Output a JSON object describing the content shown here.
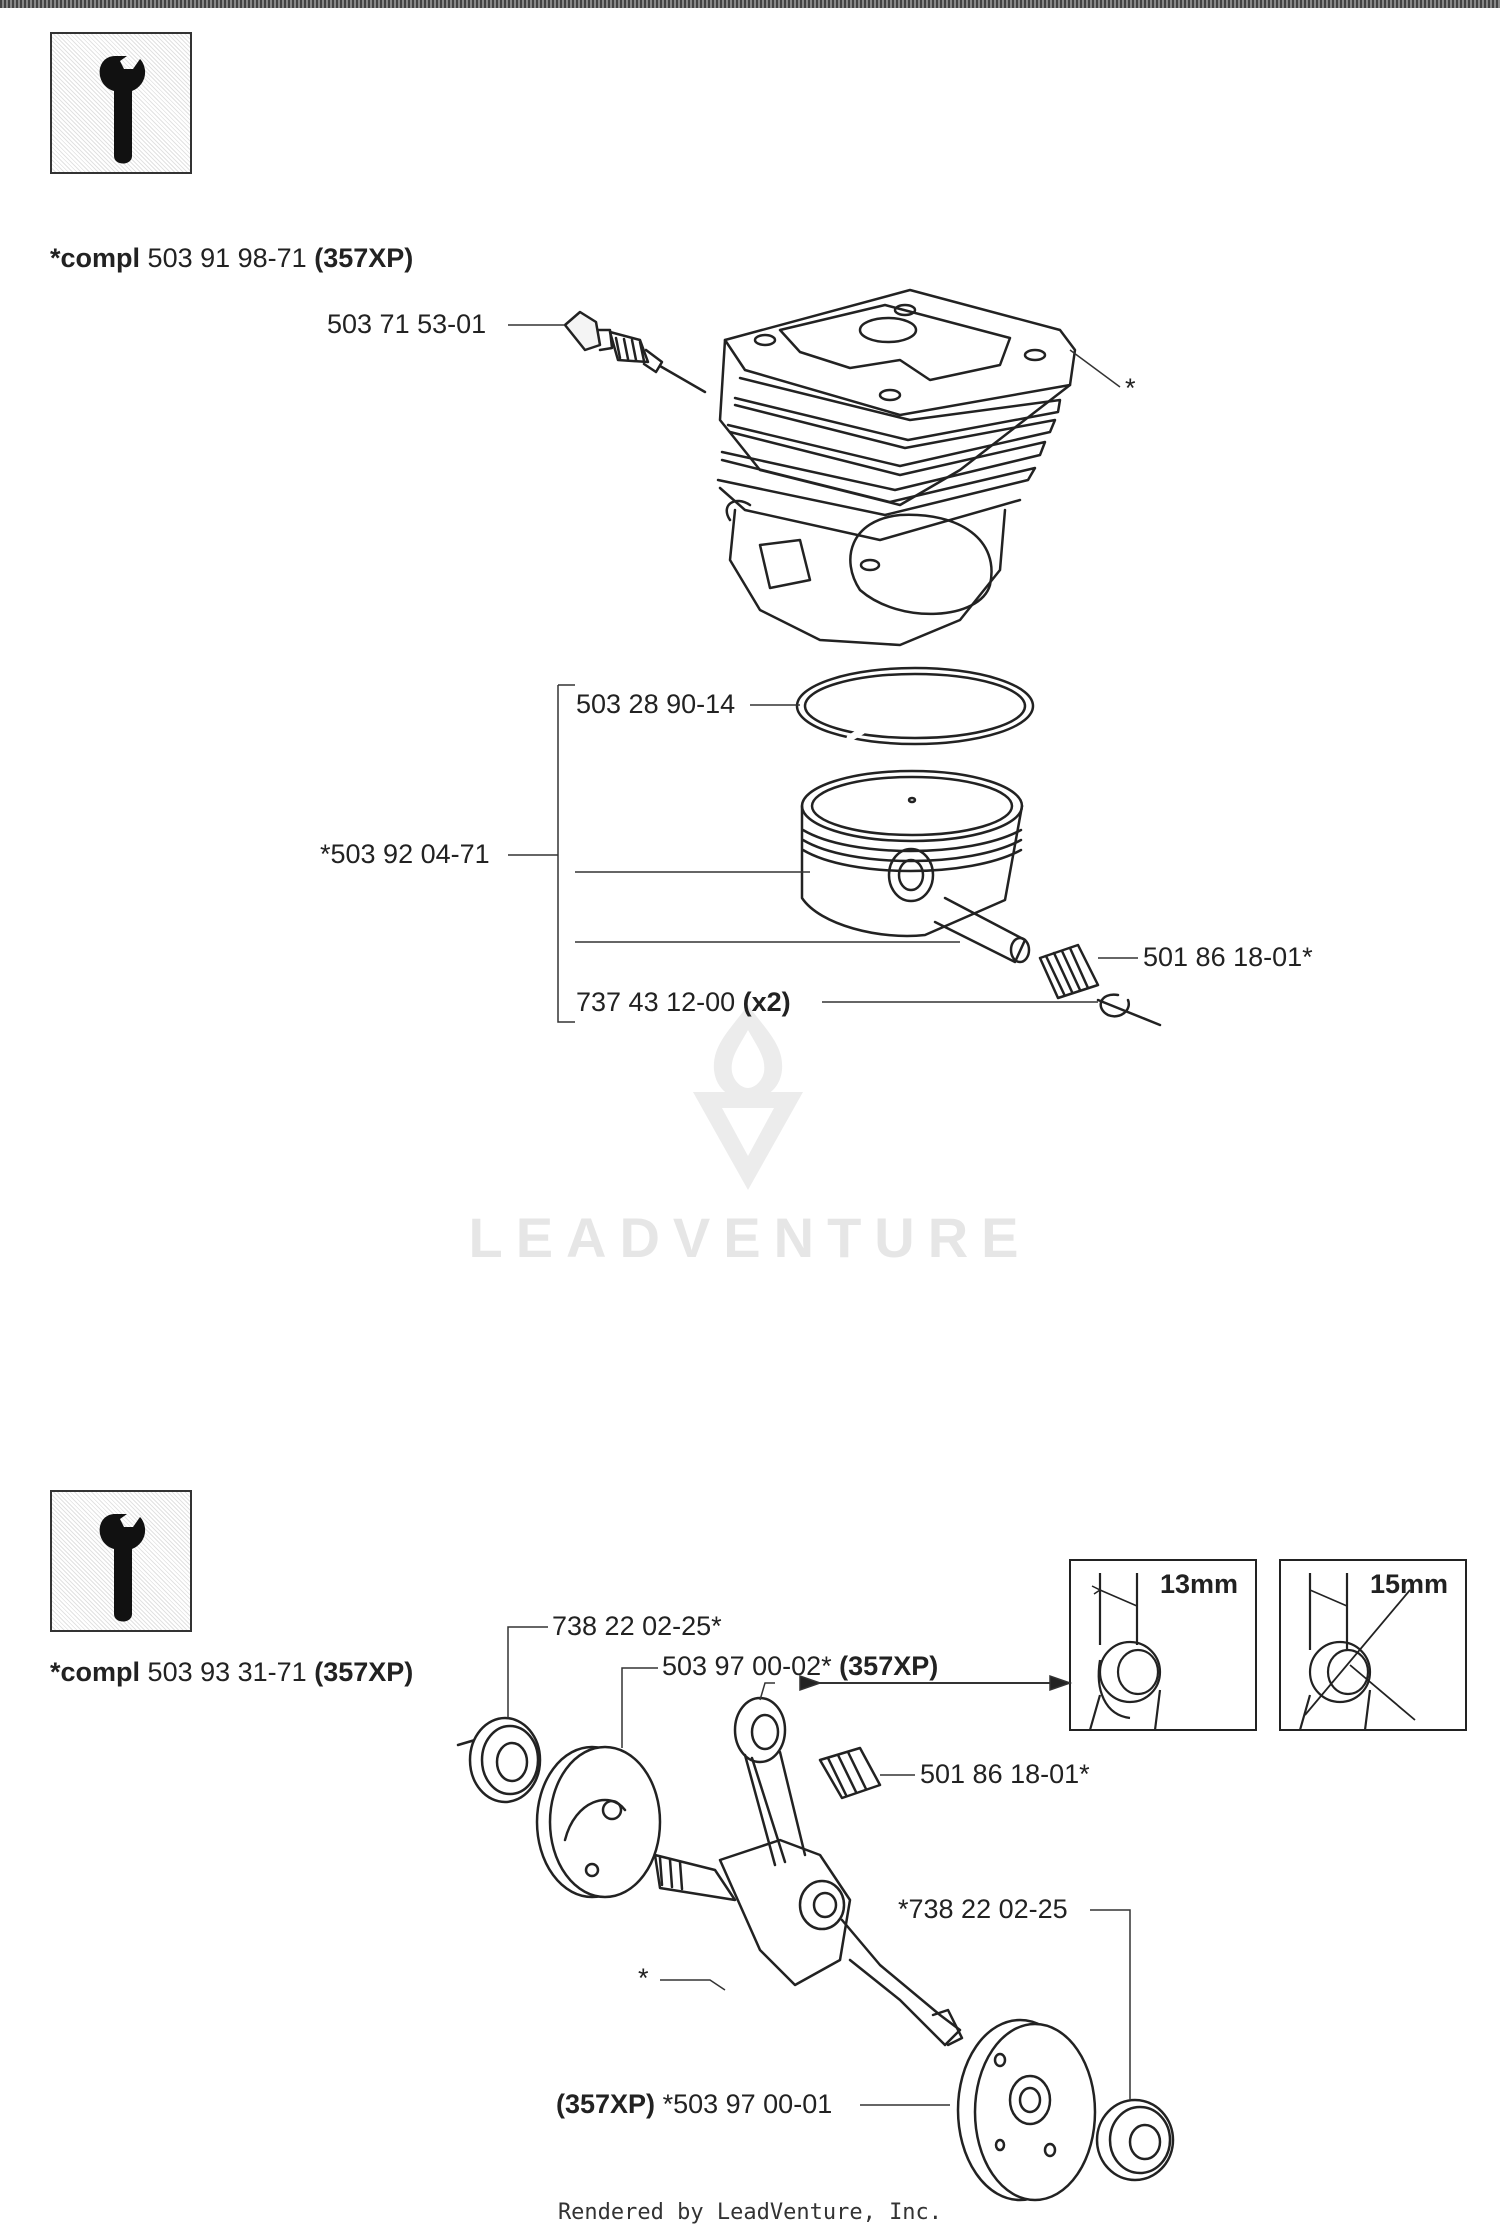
{
  "sections": [
    {
      "compl": {
        "prefix": "*compl",
        "number": "503 91 98-71",
        "model": "(357XP)"
      },
      "labels": {
        "spark_plug": "503 71 53-01",
        "cylinder": "*",
        "ring": "503 28 90-14",
        "piston_kit": "*503 92 04-71",
        "circlip": "737 43 12-00",
        "circlip_qty": "(x2)",
        "needle_bearing": "501 86 18-01*"
      }
    },
    {
      "compl": {
        "prefix": "*compl",
        "number": "503 93 31-71",
        "model": "(357XP)"
      },
      "labels": {
        "bearing_left": "738 22 02-25*",
        "flywheel_half_left": "503 97 00-02*",
        "flywheel_half_left_model": "(357XP)",
        "needle_bearing": "501 86 18-01*",
        "bearing_right": "*738 22 02-25",
        "crank": "*",
        "flywheel_half_right_model": "(357XP)",
        "flywheel_half_right": "*503 97 00-01"
      },
      "insets": [
        {
          "dimension": "13mm"
        },
        {
          "dimension": "15mm"
        }
      ]
    }
  ],
  "watermark": "LEADVENTURE",
  "footer": "Rendered by LeadVenture, Inc."
}
